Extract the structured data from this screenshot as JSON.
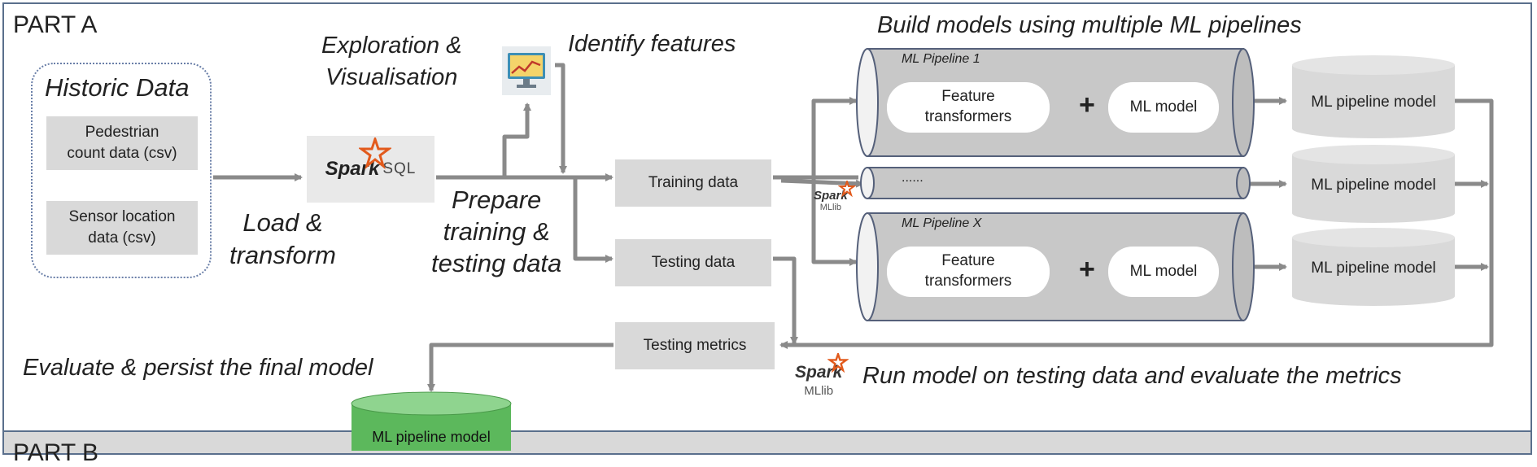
{
  "part_a": {
    "title": "PART A"
  },
  "part_b": {
    "title": "PART B"
  },
  "historic": {
    "title": "Historic Data",
    "sources": [
      "Pedestrian count data (csv)",
      "Sensor location data (csv)"
    ],
    "source1_lines": [
      "Pedestrian",
      "count data (csv)"
    ],
    "source2_lines": [
      "Sensor location",
      "data (csv)"
    ]
  },
  "steps": {
    "load_lines": [
      "Load &",
      "transform"
    ],
    "explore_lines": [
      "Exploration &",
      "Visualisation"
    ],
    "identify": "Identify features",
    "prepare_lines": [
      "Prepare",
      "training &",
      "testing data"
    ],
    "build": "Build models using multiple ML pipelines",
    "evaluate": "Evaluate & persist the final model",
    "run": "Run model on testing data and evaluate the metrics"
  },
  "spark_sql": {
    "spark": "Spark",
    "sql": "SQL"
  },
  "mllib_logo": {
    "spark": "Spark",
    "mllib": "MLlib"
  },
  "data_boxes": {
    "training": "Training data",
    "testing": "Testing data",
    "metrics": "Testing metrics"
  },
  "pipelines": [
    {
      "title": "ML Pipeline 1",
      "transformer_lines": [
        "Feature",
        "transformers"
      ],
      "plus": "+",
      "model": "ML model",
      "output": "ML pipeline model"
    },
    {
      "title": "",
      "ellipsis": "......",
      "output": "ML pipeline model"
    },
    {
      "title": "ML Pipeline X",
      "transformer_lines": [
        "Feature",
        "transformers"
      ],
      "plus": "+",
      "model": "ML model",
      "output": "ML pipeline model"
    }
  ],
  "final_model": {
    "label": "ML pipeline model"
  },
  "colors": {
    "border": "#5a6f8c",
    "arrow": "#8a8a8a",
    "box": "#d9d9d9",
    "pipeline_body": "#c8c8c8",
    "final_model": "#5cb85c",
    "spark_star": "#e25a1c"
  },
  "icons": [
    "monitor-chart-icon",
    "spark-star-icon"
  ]
}
